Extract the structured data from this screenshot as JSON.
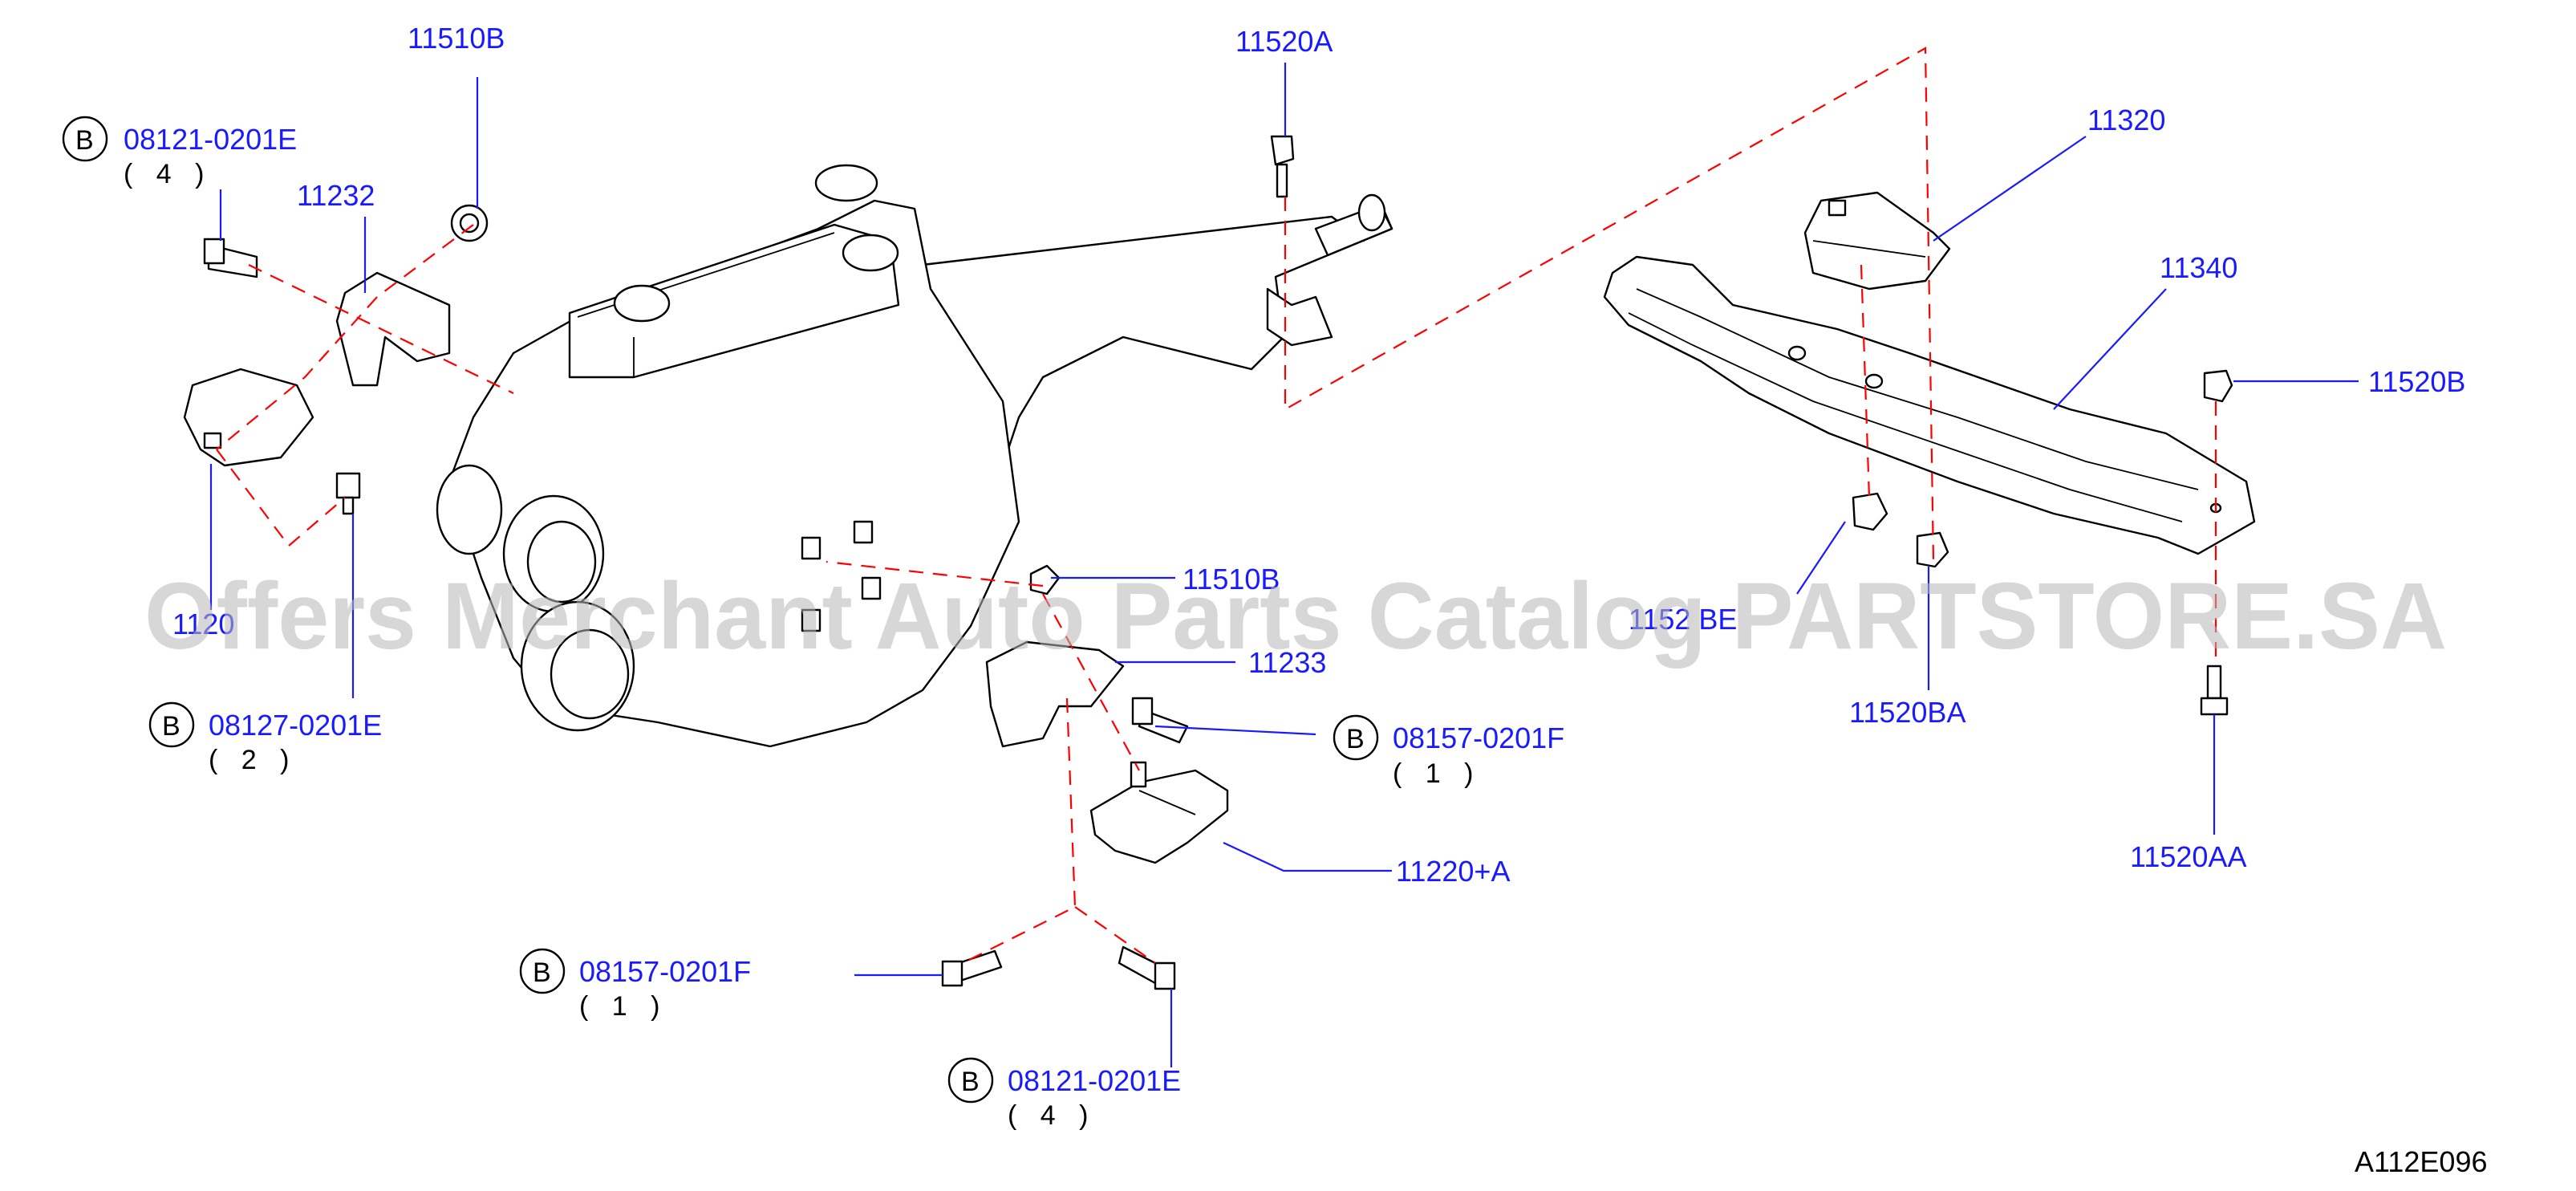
{
  "labels": {
    "p_11510b_top": "11510B",
    "p_11520a": "11520A",
    "p_11320": "11320",
    "p_11340": "11340",
    "p_11520b": "11520B",
    "p_11232": "11232",
    "p_1120": "1120",
    "p_11510b_mid": "11510B",
    "p_11233": "11233",
    "p_11220a": "11220+A",
    "p_1152_be": "1152 BE",
    "p_11520ba": "11520BA",
    "p_11520aa": "11520AA"
  },
  "bolts": {
    "b1": {
      "letter": "B",
      "code": "08121-0201E",
      "qty": "( 4 )"
    },
    "b2": {
      "letter": "B",
      "code": "08127-0201E",
      "qty": "( 2 )"
    },
    "b3": {
      "letter": "B",
      "code": "08157-0201F",
      "qty": "( 1 )"
    },
    "b4": {
      "letter": "B",
      "code": "08157-0201F",
      "qty": "( 1 )"
    },
    "b5": {
      "letter": "B",
      "code": "08121-0201E",
      "qty": "( 4 )"
    }
  },
  "watermark": "Offers Merchant Auto Parts Catalog PARTSTORE.SA",
  "reference_code": "A112E096",
  "colors": {
    "part_number": "#1a1aff",
    "phantom_line": "#ff0000",
    "drawing": "#000000",
    "watermark": "#b8b8b8"
  }
}
